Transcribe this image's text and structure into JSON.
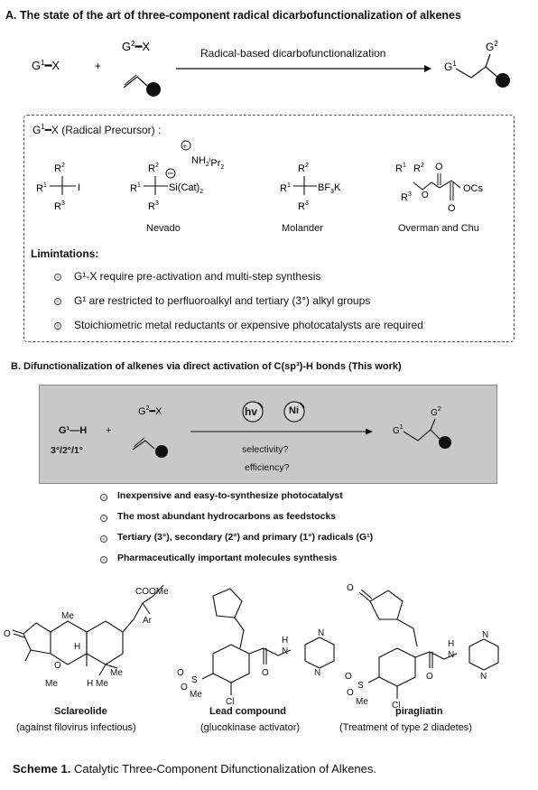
{
  "sectionA": {
    "title": "A. The state of the art of three-component radical dicarbofunctionalization of alkenes",
    "arrow_label": "Radical-based dicarbofunctionalization",
    "g1": "G",
    "g1_sup": "1",
    "x": "X",
    "plus": "+",
    "g2": "G",
    "g2_sup": "2",
    "precursor_label": "(Radical Precursor) :",
    "precursors": [
      "Nevado",
      "Molander",
      "Overman and Chu"
    ],
    "limitations_title": "Limintations:",
    "limitations": [
      "G¹-X require pre-activation and multi-step synthesis",
      "G¹ are restricted to perfluoroalkyl and tertiary (3°) alkyl groups",
      "Stoichiometric metal reductants or expensive photocatalysts are required"
    ]
  },
  "sectionB": {
    "title": "B. Difunctionalization of alkenes via direct activation of C(sp³)-H bonds (This work)",
    "g1h": "G¹—H",
    "degrees": "3°/2°/1°",
    "plus": "+",
    "hv": "hv",
    "ni": "Ni",
    "selectivity": "selectivity?",
    "efficiency": "efficiency?",
    "bullets": [
      "Inexpensive and easy-to-synthesize photocatalyst",
      "The most abundant hydrocarbons as feedstocks",
      "Tertiary (3°), secondary (2°) and primary (1°) radicals (G¹)",
      "Pharmaceutically important molecules synthesis"
    ]
  },
  "molecules": [
    {
      "name": "Sclareolide",
      "desc": "(against filovirus infectious)"
    },
    {
      "name": "Lead compound",
      "desc": "(glucokinase activator)"
    },
    {
      "name": "piragliatin",
      "desc": "(Treatment of type 2 diadetes)"
    }
  ],
  "caption": {
    "label": "Scheme 1.",
    "text": "Catalytic Three-Component Difunctionalization of Alkenes."
  }
}
